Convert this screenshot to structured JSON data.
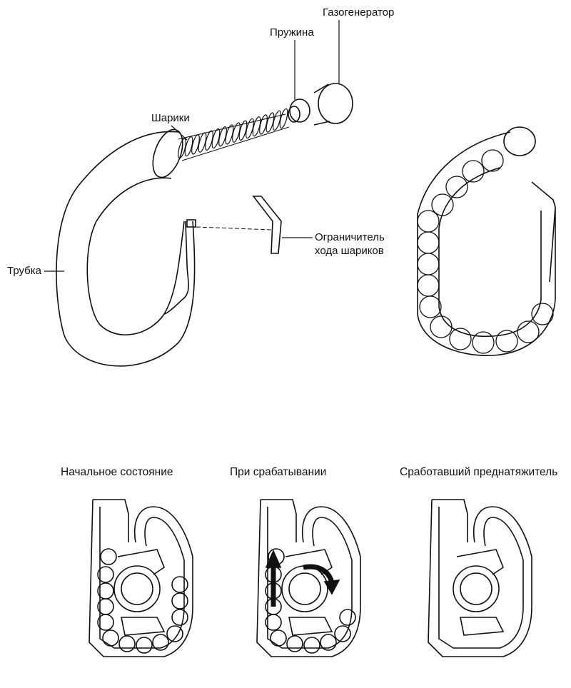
{
  "labels": {
    "gas_generator": "Газогенератор",
    "spring": "Пружина",
    "balls": "Шарики",
    "limiter_line1": "Ограничитель",
    "limiter_line2": "хода шариков",
    "tube": "Трубка"
  },
  "captions": {
    "initial": "Начальное состояние",
    "activating": "При срабатывании",
    "activated": "Сработавший преднатяжитель"
  }
}
